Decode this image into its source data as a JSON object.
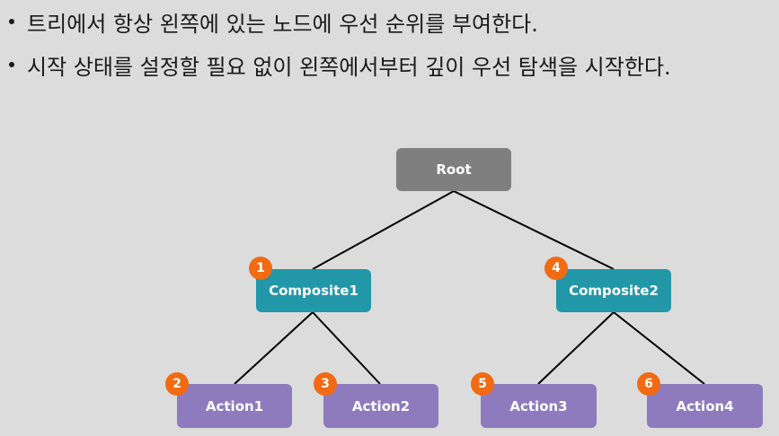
{
  "bullets": [
    "트리에서 항상 왼쪽에 있는 노드에 우선 순위를 부여한다.",
    "시작 상태를 설정할 필요 없이 왼쪽에서부터 깊이 우선 탐색을 시작한다."
  ],
  "tree": {
    "root": {
      "label": "Root"
    },
    "composite1": {
      "label": "Composite1",
      "order": "1"
    },
    "composite2": {
      "label": "Composite2",
      "order": "4"
    },
    "action1": {
      "label": "Action1",
      "order": "2"
    },
    "action2": {
      "label": "Action2",
      "order": "3"
    },
    "action3": {
      "label": "Action3",
      "order": "5"
    },
    "action4": {
      "label": "Action4",
      "order": "6"
    }
  },
  "colors": {
    "root": "#7f7f7f",
    "composite": "#2297a8",
    "action": "#8e7bbd",
    "order_badge": "#f26a12"
  }
}
